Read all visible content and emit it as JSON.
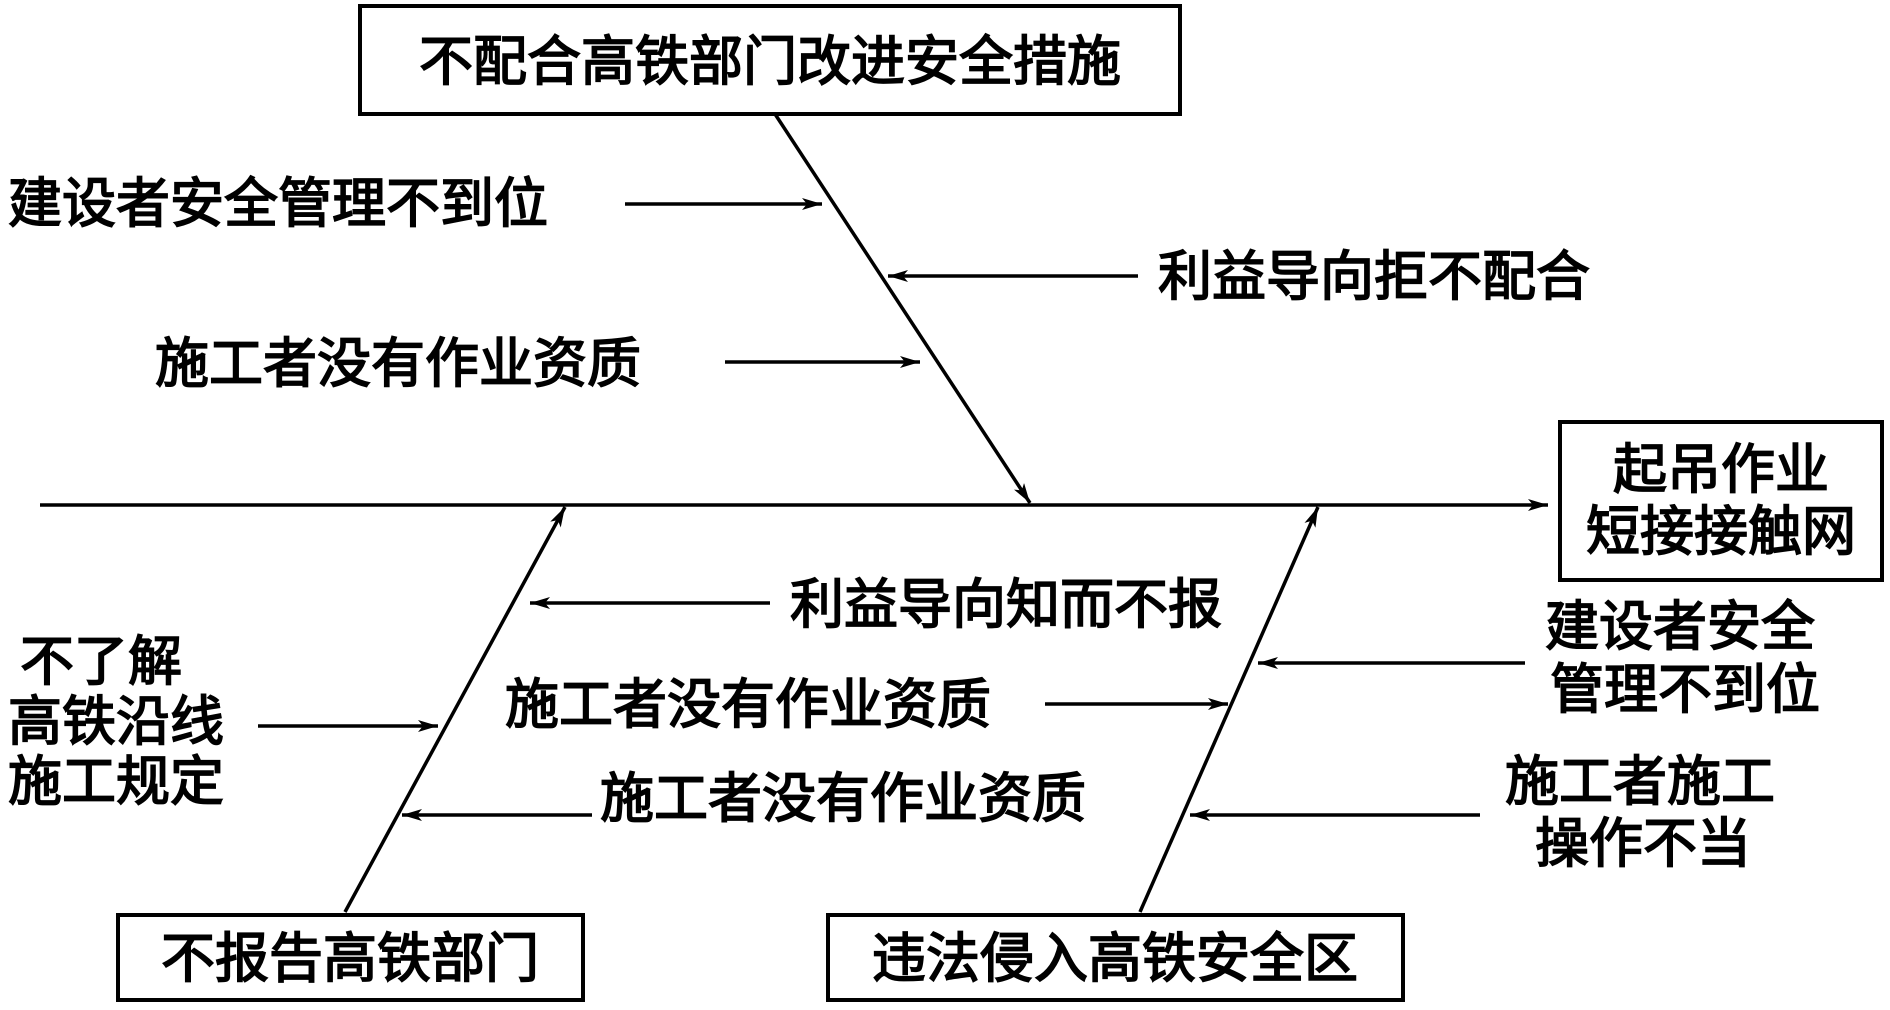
{
  "effect": {
    "line1": "起吊作业",
    "line2": "短接接触网"
  },
  "top_cause": {
    "title": "不配合高铁部门改进安全措施",
    "factors": [
      "建设者安全管理不到位",
      "利益导向拒不配合",
      "施工者没有作业资质"
    ]
  },
  "bottom_left_cause": {
    "title": "不报告高铁部门",
    "factors": [
      "利益导向知而不报",
      "施工者没有作业资质"
    ],
    "side_factor": [
      "不了解",
      "高铁沿线",
      "施工规定"
    ]
  },
  "bottom_right_cause": {
    "title": "违法侵入高铁安全区",
    "factors": [
      "施工者没有作业资质"
    ],
    "side_factors": [
      [
        "建设者安全",
        "管理不到位"
      ],
      [
        "施工者施工",
        "操作不当"
      ]
    ]
  }
}
